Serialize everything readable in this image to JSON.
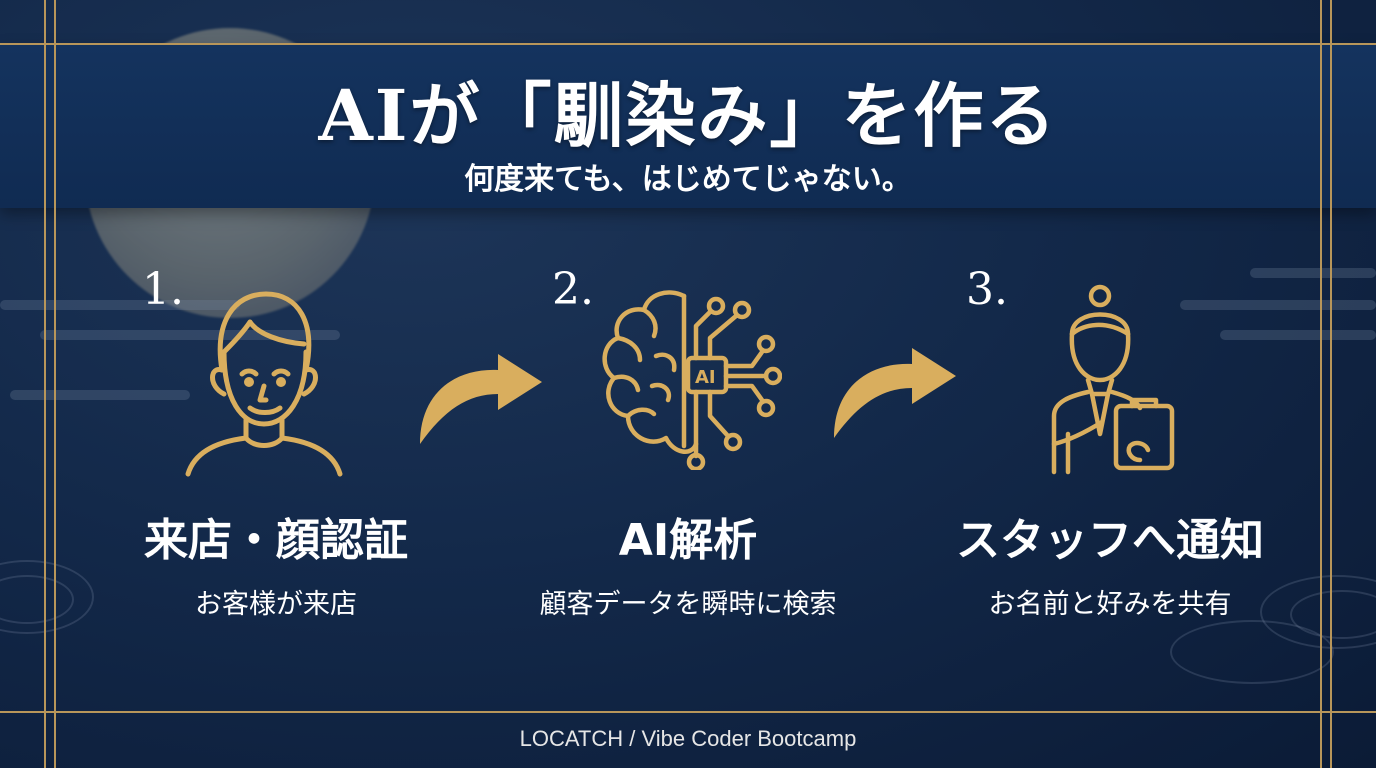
{
  "header": {
    "title": "AIが「馴染み」を作る",
    "subtitle": "何度来ても、はじめてじゃない。"
  },
  "steps": [
    {
      "number": "1.",
      "title": "来店・顔認証",
      "description": "お客様が来店",
      "icon": "customer-face-icon"
    },
    {
      "number": "2.",
      "title": "AI解析",
      "description": "顧客データを瞬時に検索",
      "icon": "ai-brain-circuit-icon"
    },
    {
      "number": "3.",
      "title": "スタッフへ通知",
      "description": "お名前と好みを共有",
      "icon": "staff-clipboard-icon"
    }
  ],
  "footer": {
    "text": "LOCATCH / Vibe Coder Bootcamp"
  },
  "colors": {
    "background": "#13294a",
    "banner": "#14335e",
    "accent_gold": "#d9ae5e",
    "frame_gold": "#b8965a",
    "text": "#ffffff"
  }
}
